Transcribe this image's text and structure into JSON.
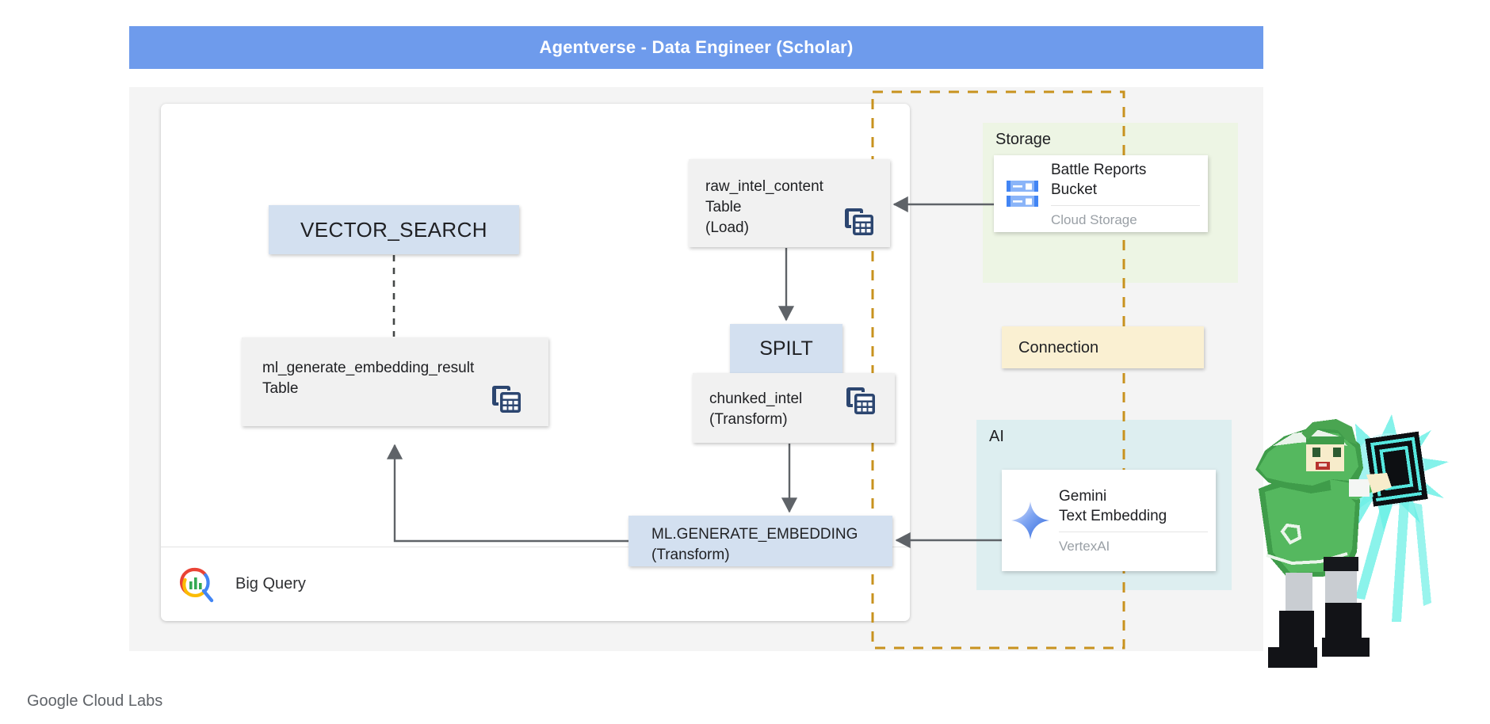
{
  "header": {
    "title": "Agentverse - Data Engineer (Scholar)",
    "bg_color": "#6e9bec"
  },
  "bigquery_panel": {
    "label": "Big Query",
    "logo_icon": "bigquery-logo-icon",
    "nodes": {
      "vector_search": {
        "label": "VECTOR_SEARCH",
        "color": "#d3e0f0"
      },
      "ml_result_table": {
        "line1": "ml_generate_embedding_result",
        "line2": "Table",
        "icon": "table-icon",
        "color": "#f1f1f1"
      },
      "raw_intel": {
        "line1": "raw_intel_content",
        "line2": "Table",
        "line3": "(Load)",
        "icon": "table-icon",
        "color": "#f1f1f1"
      },
      "spilt": {
        "label": "SPILT",
        "color": "#d3e0f0"
      },
      "chunked_intel": {
        "line1": "chunked_intel",
        "line2": "(Transform)",
        "icon": "table-icon",
        "color": "#f1f1f1"
      },
      "ml_generate": {
        "line1": "ML.GENERATE_EMBEDDING",
        "line2": "(Transform)",
        "color": "#d3e0f0"
      }
    }
  },
  "storage_group": {
    "label": "Storage",
    "bg_color": "#edf5e4",
    "card": {
      "title_line1": "Battle Reports",
      "title_line2": "Bucket",
      "subtitle": "Cloud Storage",
      "icon": "cloud-storage-bucket-icon"
    }
  },
  "connection_node": {
    "label": "Connection",
    "color": "#faf0d2",
    "border_color": "#c8921e"
  },
  "ai_group": {
    "label": "AI",
    "bg_color": "#ddeef0",
    "card": {
      "title_line1": "Gemini",
      "title_line2": "Text Embedding",
      "subtitle": "VertexAI",
      "icon": "gemini-sparkle-icon"
    }
  },
  "character": {
    "name": "scholar-sprite",
    "description": "green hooded pixel-art scholar casting spell book"
  },
  "footer": {
    "text": "Google Cloud Labs"
  }
}
